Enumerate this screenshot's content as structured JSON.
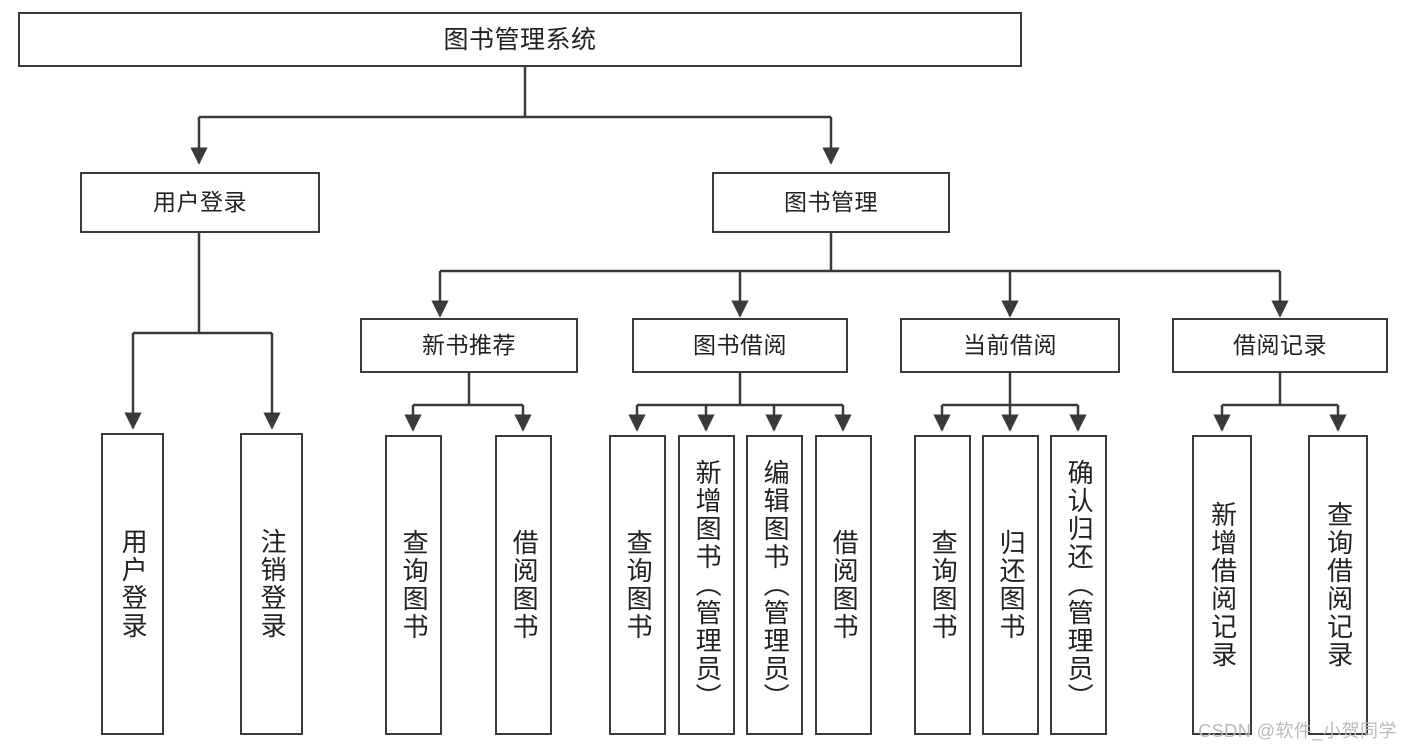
{
  "diagram": {
    "type": "tree",
    "title": "图书管理系统",
    "stroke_color": "#3a3a3a",
    "fill_color": "#ffffff",
    "text_color": "#222222",
    "watermark": "CSDN @软件_小贺同学",
    "levels": {
      "root": {
        "label": "图书管理系统"
      },
      "level2": [
        {
          "id": "user-login",
          "label": "用户登录"
        },
        {
          "id": "book-manage",
          "label": "图书管理"
        }
      ],
      "level3": [
        {
          "id": "new-book-recommend",
          "label": "新书推荐",
          "parent": "book-manage"
        },
        {
          "id": "book-borrow",
          "label": "图书借阅",
          "parent": "book-manage"
        },
        {
          "id": "current-borrow",
          "label": "当前借阅",
          "parent": "book-manage"
        },
        {
          "id": "borrow-record",
          "label": "借阅记录",
          "parent": "book-manage"
        }
      ],
      "leaves": [
        {
          "id": "leaf-user-login",
          "label": "用户登录",
          "parent": "user-login"
        },
        {
          "id": "leaf-user-logout",
          "label": "注销登录",
          "parent": "user-login"
        },
        {
          "id": "leaf-query-book-1",
          "label": "查询图书",
          "parent": "new-book-recommend"
        },
        {
          "id": "leaf-borrow-book-1",
          "label": "借阅图书",
          "parent": "new-book-recommend"
        },
        {
          "id": "leaf-query-book-2",
          "label": "查询图书",
          "parent": "book-borrow"
        },
        {
          "id": "leaf-add-book",
          "label": "新增图书（管理员）",
          "parent": "book-borrow"
        },
        {
          "id": "leaf-edit-book",
          "label": "编辑图书（管理员）",
          "parent": "book-borrow"
        },
        {
          "id": "leaf-borrow-book-2",
          "label": "借阅图书",
          "parent": "book-borrow"
        },
        {
          "id": "leaf-query-book-3",
          "label": "查询图书",
          "parent": "current-borrow"
        },
        {
          "id": "leaf-return-book",
          "label": "归还图书",
          "parent": "current-borrow"
        },
        {
          "id": "leaf-confirm-return",
          "label": "确认归还（管理员）",
          "parent": "current-borrow"
        },
        {
          "id": "leaf-add-record",
          "label": "新增借阅记录",
          "parent": "borrow-record"
        },
        {
          "id": "leaf-query-record",
          "label": "查询借阅记录",
          "parent": "borrow-record"
        }
      ]
    }
  }
}
